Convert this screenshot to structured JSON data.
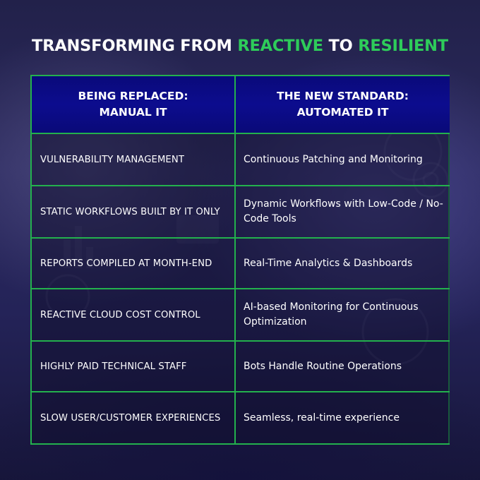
{
  "title": {
    "part1": "TRANSFORMING FROM ",
    "highlight1": "REACTIVE",
    "part2": " TO ",
    "highlight2": "RESILIENT"
  },
  "table": {
    "headers": [
      {
        "line1": "BEING REPLACED:",
        "line2": "MANUAL IT"
      },
      {
        "line1": "THE NEW STANDARD:",
        "line2": "AUTOMATED IT"
      }
    ],
    "rows": [
      {
        "replaced": "VULNERABILITY MANAGEMENT",
        "standard": "Continuous Patching and Monitoring"
      },
      {
        "replaced": "STATIC WORKFLOWS BUILT BY IT ONLY",
        "standard": "Dynamic Workflows with Low-Code / No-Code Tools"
      },
      {
        "replaced": "REPORTS COMPILED AT MONTH-END",
        "standard": "Real-Time Analytics & Dashboards"
      },
      {
        "replaced": "REACTIVE CLOUD COST CONTROL",
        "standard": "AI-based Monitoring for Continuous Optimization"
      },
      {
        "replaced": "HIGHLY PAID TECHNICAL STAFF",
        "standard": "Bots Handle Routine Operations"
      },
      {
        "replaced": "SLOW USER/CUSTOMER EXPERIENCES",
        "standard": "Seamless, real-time experience"
      }
    ]
  },
  "colors": {
    "accent_green": "#2ecc5a",
    "border_green": "#23b14d",
    "header_blue": "#0c0c8e",
    "background": "#2b2a5e"
  }
}
